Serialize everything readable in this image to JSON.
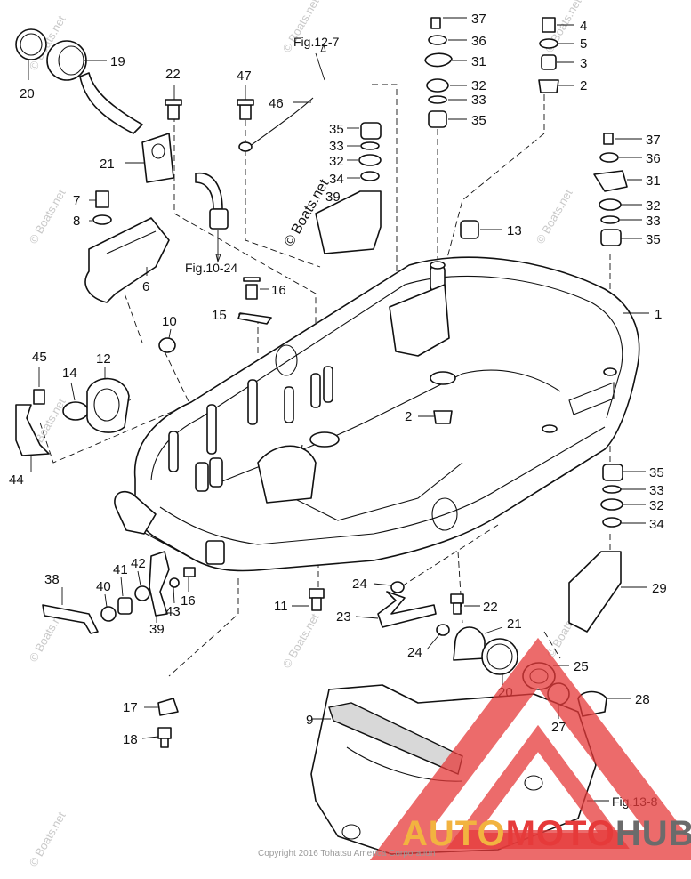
{
  "diagram": {
    "callouts": [
      "1",
      "2",
      "2",
      "3",
      "4",
      "5",
      "6",
      "7",
      "8",
      "9",
      "10",
      "11",
      "12",
      "13",
      "14",
      "15",
      "16",
      "16",
      "17",
      "18",
      "19",
      "20",
      "20",
      "21",
      "21",
      "22",
      "22",
      "23",
      "24",
      "24",
      "25",
      "27",
      "28",
      "29",
      "31",
      "31",
      "32",
      "32",
      "32",
      "32",
      "33",
      "33",
      "33",
      "33",
      "34",
      "34",
      "35",
      "35",
      "35",
      "35",
      "36",
      "36",
      "37",
      "37",
      "38",
      "39",
      "39",
      "40",
      "41",
      "42",
      "43",
      "44",
      "45",
      "46",
      "47"
    ],
    "references": {
      "fig_12_7": "Fig.12-7",
      "fig_10_24": "Fig.10-24",
      "fig_13_8": "Fig.13-8"
    },
    "watermark": "© Boats.net",
    "copyright": "Copyright 2016 Tohatsu America Corporation",
    "logo": {
      "part1": "AUTO",
      "part2": "MOTO",
      "part3": "HUB",
      "colors": {
        "auto": "#f2b340",
        "moto": "#e63a3a",
        "hub": "#6b6b6b"
      }
    }
  }
}
